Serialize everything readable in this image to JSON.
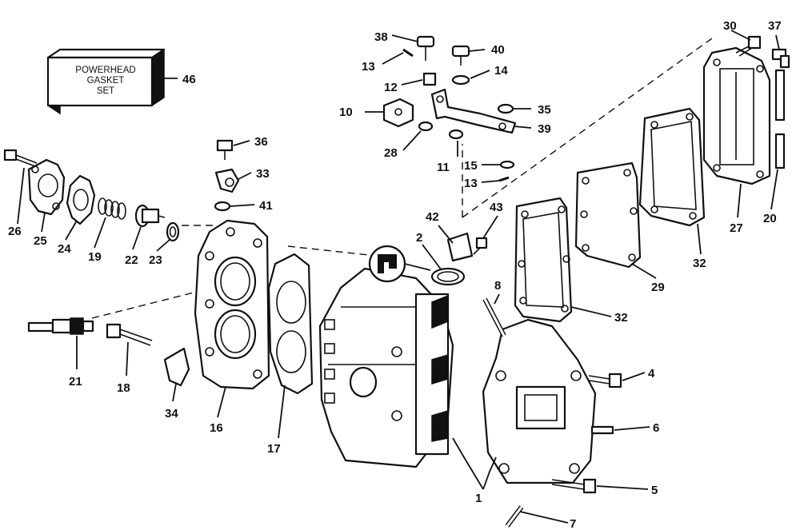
{
  "kit_box": {
    "lines": [
      "POWERHEAD",
      "GASKET",
      "SET"
    ],
    "callout": "46"
  },
  "callouts": {
    "c1": "1",
    "c2": "2",
    "c4": "4",
    "c5": "5",
    "c6": "6",
    "c7": "7",
    "c8": "8",
    "c10": "10",
    "c11": "11",
    "c12": "12",
    "c13a": "13",
    "c13b": "13",
    "c14": "14",
    "c15": "15",
    "c16": "16",
    "c17": "17",
    "c18": "18",
    "c19": "19",
    "c20": "20",
    "c21": "21",
    "c22": "22",
    "c23": "23",
    "c24": "24",
    "c25": "25",
    "c26": "26",
    "c27": "27",
    "c28": "28",
    "c29": "29",
    "c30": "30",
    "c32a": "32",
    "c32b": "32",
    "c33": "33",
    "c34": "34",
    "c35": "35",
    "c36": "36",
    "c37": "37",
    "c38": "38",
    "c39": "39",
    "c40": "40",
    "c41": "41",
    "c42": "42",
    "c43": "43"
  }
}
